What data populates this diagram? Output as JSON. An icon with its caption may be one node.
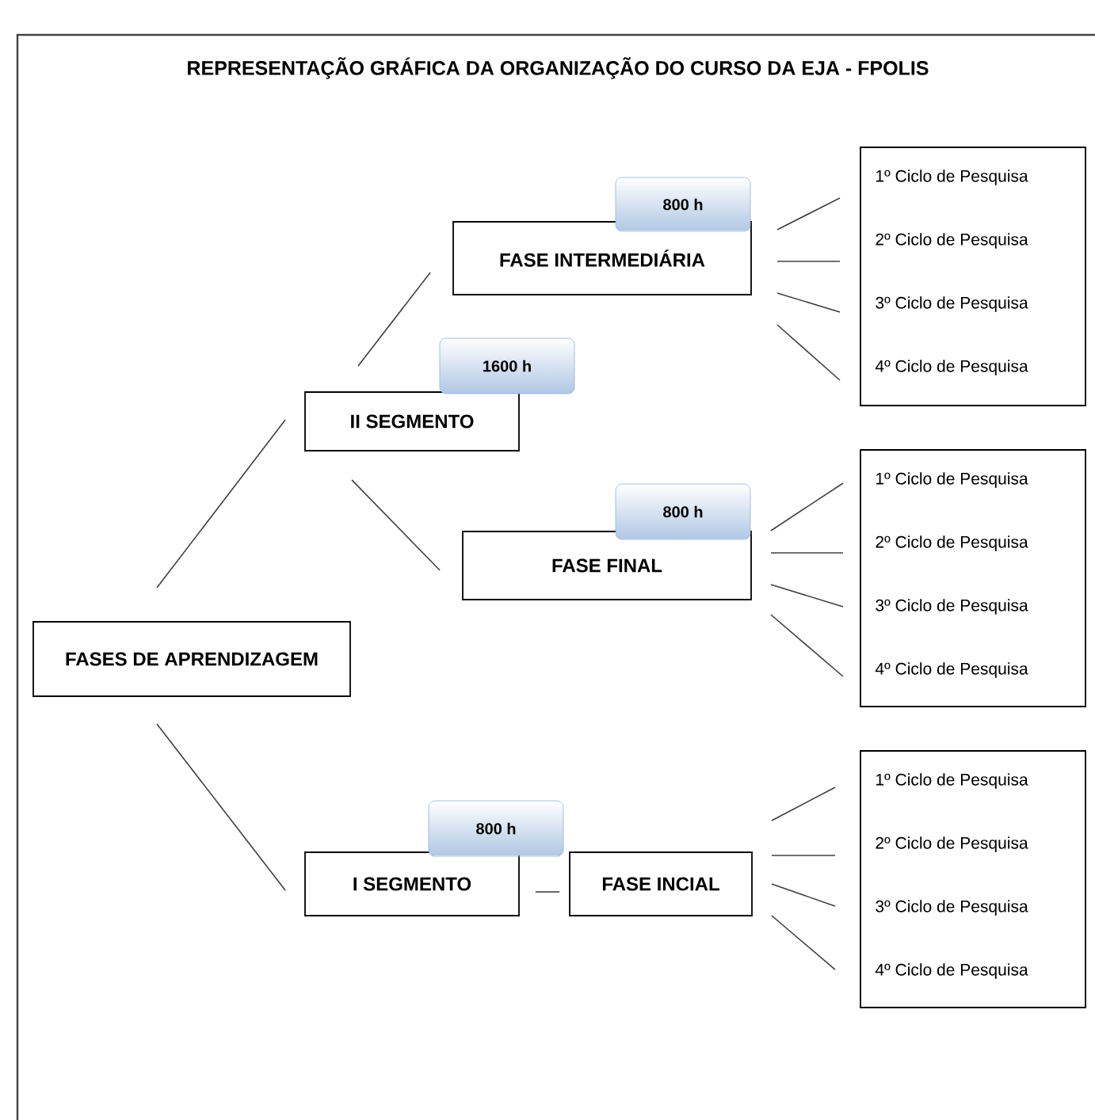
{
  "diagram": {
    "title": "REPRESENTAÇÃO GRÁFICA DA ORGANIZAÇÃO DO CURSO DA EJA - FPOLIS",
    "nodes": [
      {
        "text": [
          "FASES DE APRENDIZAGEM"
        ]
      },
      {
        "text": [
          "II SEGMENTO"
        ]
      },
      {
        "text": [
          "1600 h"
        ]
      },
      {
        "text": [
          "FASE INTERMEDIÁRIA"
        ]
      },
      {
        "text": [
          "800 h"
        ]
      },
      {
        "text": [],
        "shape": "box"
      },
      {
        "text": [
          "1º Ciclo de Pesquisa"
        ],
        "in": 5
      },
      {
        "text": [
          "2º Ciclo de Pesquisa"
        ],
        "in": 5
      },
      {
        "text": [
          "3º Ciclo de Pesquisa"
        ],
        "in": 5
      },
      {
        "text": [
          "4º Ciclo de Pesquisa"
        ],
        "in": 5
      },
      {
        "text": [
          "FASE FINAL"
        ]
      },
      {
        "text": [
          "800 h"
        ]
      },
      {
        "text": [],
        "shape": "box"
      },
      {
        "text": [
          "1º Ciclo de Pesquisa"
        ],
        "in": 12
      },
      {
        "text": [
          "2º Ciclo de Pesquisa"
        ],
        "in": 12
      },
      {
        "text": [
          "3º Ciclo de Pesquisa"
        ],
        "in": 12
      },
      {
        "text": [
          "4º Ciclo de Pesquisa"
        ],
        "in": 12
      },
      {
        "text": [
          "I SEGMENTO"
        ]
      },
      {
        "text": [
          "800 h"
        ]
      },
      {
        "text": [
          "FASE INCIAL"
        ]
      },
      {
        "text": [],
        "shape": "box"
      },
      {
        "text": [
          "1º Ciclo de Pesquisa"
        ],
        "in": 20
      },
      {
        "text": [
          "2º Ciclo de Pesquisa"
        ],
        "in": 20
      },
      {
        "text": [
          "3º Ciclo de Pesquisa"
        ],
        "in": 20
      },
      {
        "text": [
          "4º Ciclo de Pesquisa"
        ],
        "in": 20
      }
    ],
    "edges": [
      {
        "from": 0,
        "to": 1,
        "arrow": "none"
      },
      {
        "from": 1,
        "to": 3,
        "arrow": "none"
      },
      {
        "from": 1,
        "to": 10,
        "arrow": "none"
      },
      {
        "from": 0,
        "to": 17,
        "arrow": "none"
      },
      {
        "from": 17,
        "to": 19,
        "arrow": "none"
      },
      {
        "from": 3,
        "to": 6,
        "arrow": "none"
      },
      {
        "from": 3,
        "to": 7,
        "arrow": "none"
      },
      {
        "from": 3,
        "to": 8,
        "arrow": "none"
      },
      {
        "from": 3,
        "to": 9,
        "arrow": "none"
      },
      {
        "from": 10,
        "to": 13,
        "arrow": "none"
      },
      {
        "from": 10,
        "to": 14,
        "arrow": "none"
      },
      {
        "from": 10,
        "to": 15,
        "arrow": "none"
      },
      {
        "from": 10,
        "to": 16,
        "arrow": "none"
      },
      {
        "from": 19,
        "to": 21,
        "arrow": "none"
      },
      {
        "from": 19,
        "to": 22,
        "arrow": "none"
      },
      {
        "from": 19,
        "to": 23,
        "arrow": "none"
      },
      {
        "from": 19,
        "to": 24,
        "arrow": "none"
      }
    ]
  }
}
